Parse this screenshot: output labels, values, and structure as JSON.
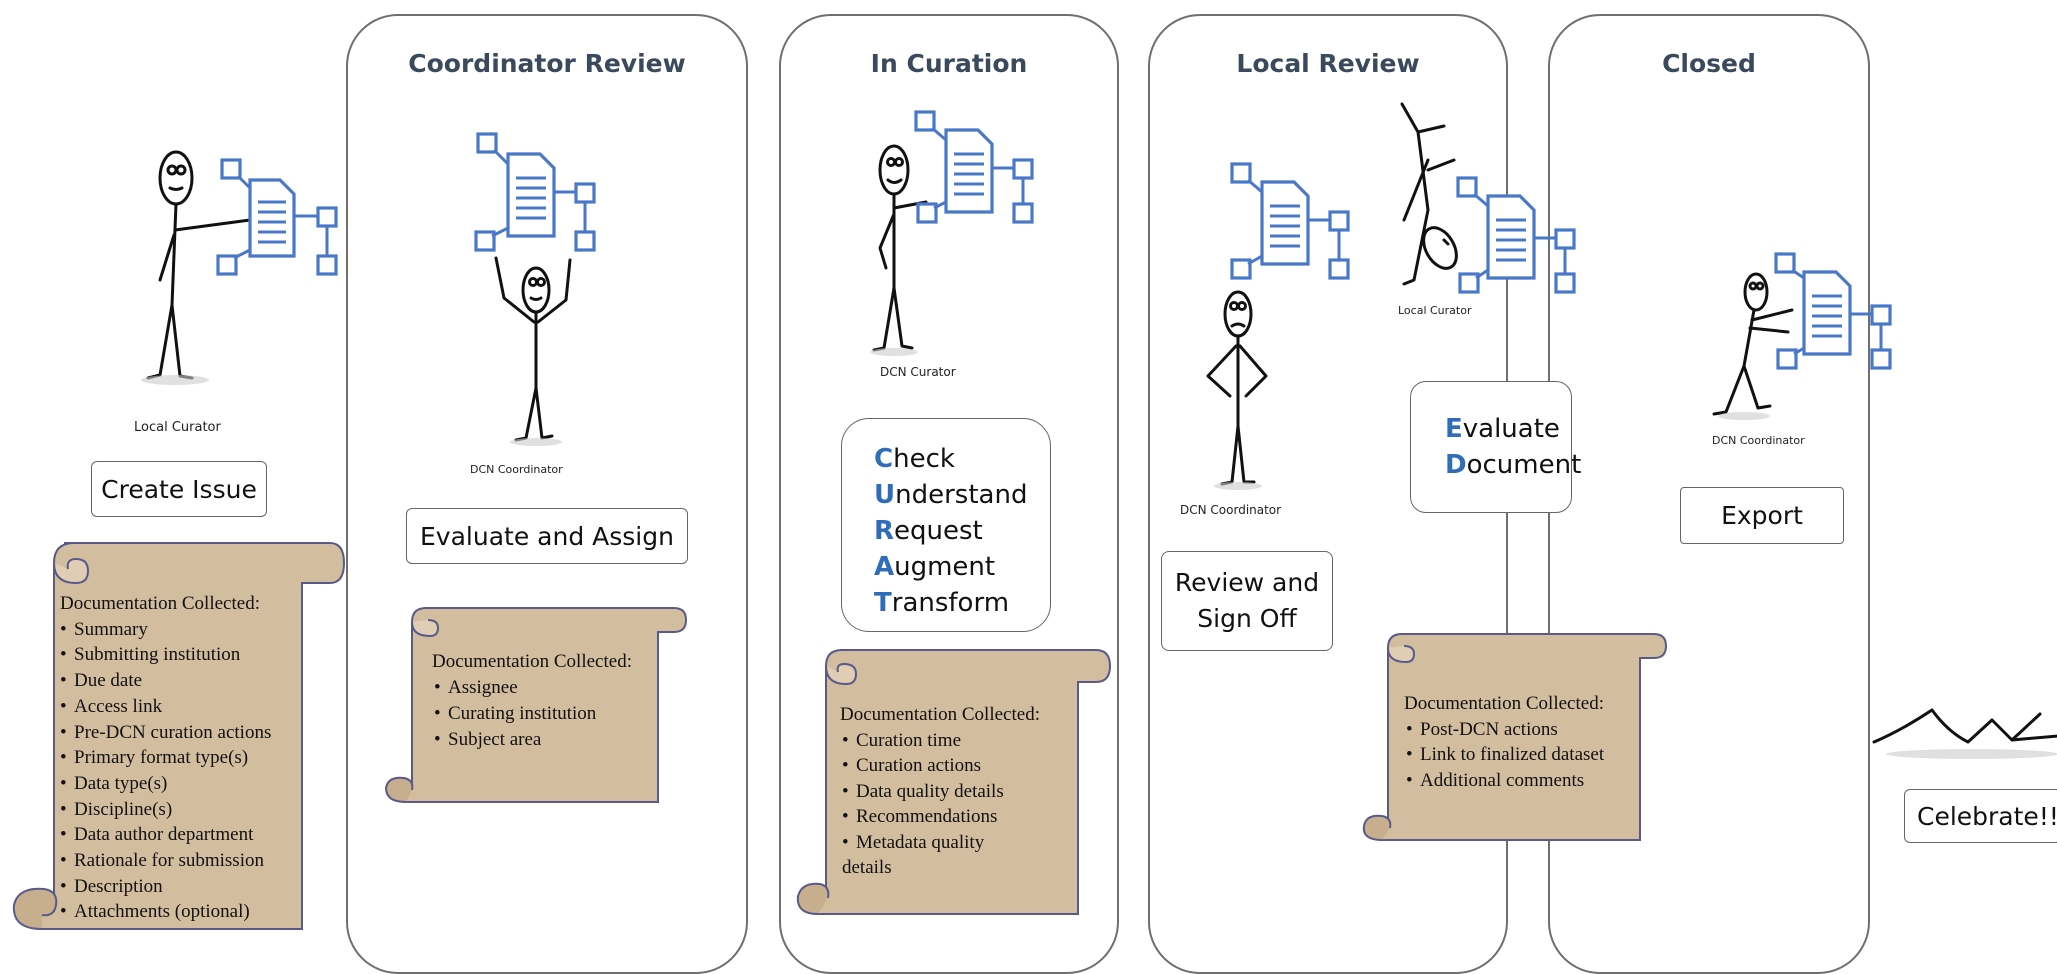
{
  "stages": [
    {
      "title": ""
    },
    {
      "title": "Coordinator Review"
    },
    {
      "title": "In Curation"
    },
    {
      "title": "Local Review"
    },
    {
      "title": "Closed"
    }
  ],
  "roles": {
    "local_curator": "Local Curator",
    "dcn_coordinator": "DCN Coordinator",
    "dcn_curator": "DCN Curator"
  },
  "actions": {
    "create_issue": "Create Issue",
    "evaluate_assign": "Evaluate and Assign",
    "review_line1": "Review and",
    "review_line2": "Sign Off",
    "evaluate": "Evaluate",
    "document": "Document",
    "export": "Export",
    "celebrate": "Celebrate!!"
  },
  "curate": [
    {
      "initial": "C",
      "rest": "heck"
    },
    {
      "initial": "U",
      "rest": "nderstand"
    },
    {
      "initial": "R",
      "rest": "equest"
    },
    {
      "initial": "A",
      "rest": "ugment"
    },
    {
      "initial": "T",
      "rest": "ransform"
    }
  ],
  "documentation": {
    "heading": "Documentation Collected:",
    "create": [
      "Summary",
      "Submitting institution",
      "Due date",
      "Access link",
      "Pre-DCN curation actions",
      "Primary format type(s)",
      "Data type(s)",
      "Discipline(s)",
      "Data author department",
      "Rationale for submission",
      "Description",
      "Attachments (optional)"
    ],
    "coordinator": [
      "Assignee",
      "Curating institution",
      "Subject area"
    ],
    "curation": [
      "Curation time",
      "Curation actions",
      "Data quality details",
      "Recommendations",
      "Metadata quality details"
    ],
    "local_review": [
      "Post-DCN actions",
      "Link to finalized dataset",
      "Additional comments"
    ]
  },
  "colors": {
    "lane_border": "#6f6f6f",
    "scroll_fill": "#d3bd9f",
    "document_blue": "#4a78c8",
    "initial_blue": "#2f6db8"
  },
  "icons": [
    "stick-figure-icon",
    "document-network-icon",
    "scroll-icon"
  ]
}
